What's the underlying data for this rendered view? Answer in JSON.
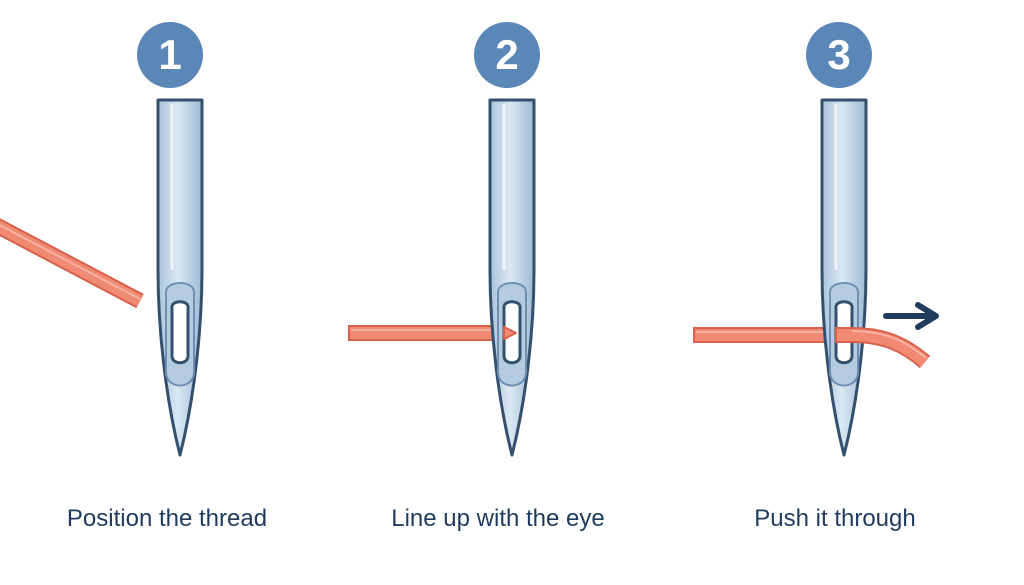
{
  "colors": {
    "badge": "#5b86b8",
    "caption": "#1f3b5e",
    "thread": "#f08a72",
    "thread_edge": "#d9604a",
    "needle_fill": "#c7d9ea",
    "needle_outline": "#34506f",
    "arrow": "#1f3b5e"
  },
  "steps": [
    {
      "number": "1",
      "caption": "Position the thread"
    },
    {
      "number": "2",
      "caption": "Line up with the eye"
    },
    {
      "number": "3",
      "caption": "Push it through"
    }
  ],
  "icons": {
    "needle": "needle-icon",
    "thread": "thread-icon",
    "direction": "arrow-right-icon"
  }
}
